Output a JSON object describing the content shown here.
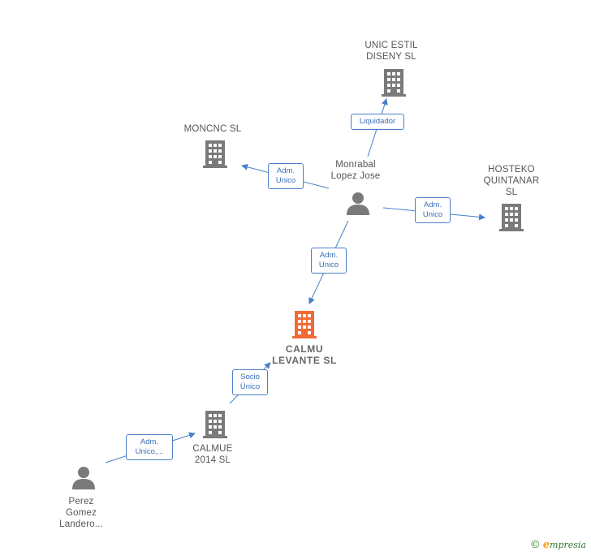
{
  "nodes": {
    "unic_estil": {
      "label": "UNIC ESTIL\nDISENY SL"
    },
    "moncnc": {
      "label": "MONCNC  SL"
    },
    "monrabal": {
      "label": "Monrabal\nLopez Jose"
    },
    "hosteko": {
      "label": "HOSTEKO\nQUINTANAR\nSL"
    },
    "calmu": {
      "label": "CALMU\nLEVANTE  SL"
    },
    "calmue": {
      "label": "CALMUE\n2014  SL"
    },
    "perez": {
      "label": "Perez\nGomez\nLandero..."
    }
  },
  "edges": {
    "liquidador": {
      "label": "Liquidador"
    },
    "adm_moncnc": {
      "label": "Adm.\nUnico"
    },
    "adm_hosteko": {
      "label": "Adm.\nUnico"
    },
    "adm_calmu": {
      "label": "Adm.\nUnico"
    },
    "socio_unico": {
      "label": "Socio\nÚnico"
    },
    "adm_calmue": {
      "label": "Adm.\nUnico,..."
    }
  },
  "colors": {
    "edge": "#4a7fc8",
    "building": "#7a7a7a",
    "building_main": "#f26a36",
    "person": "#7a7a7a"
  },
  "brand": {
    "copyright": "©",
    "name_initial": "e",
    "name_rest": "mpresia"
  }
}
